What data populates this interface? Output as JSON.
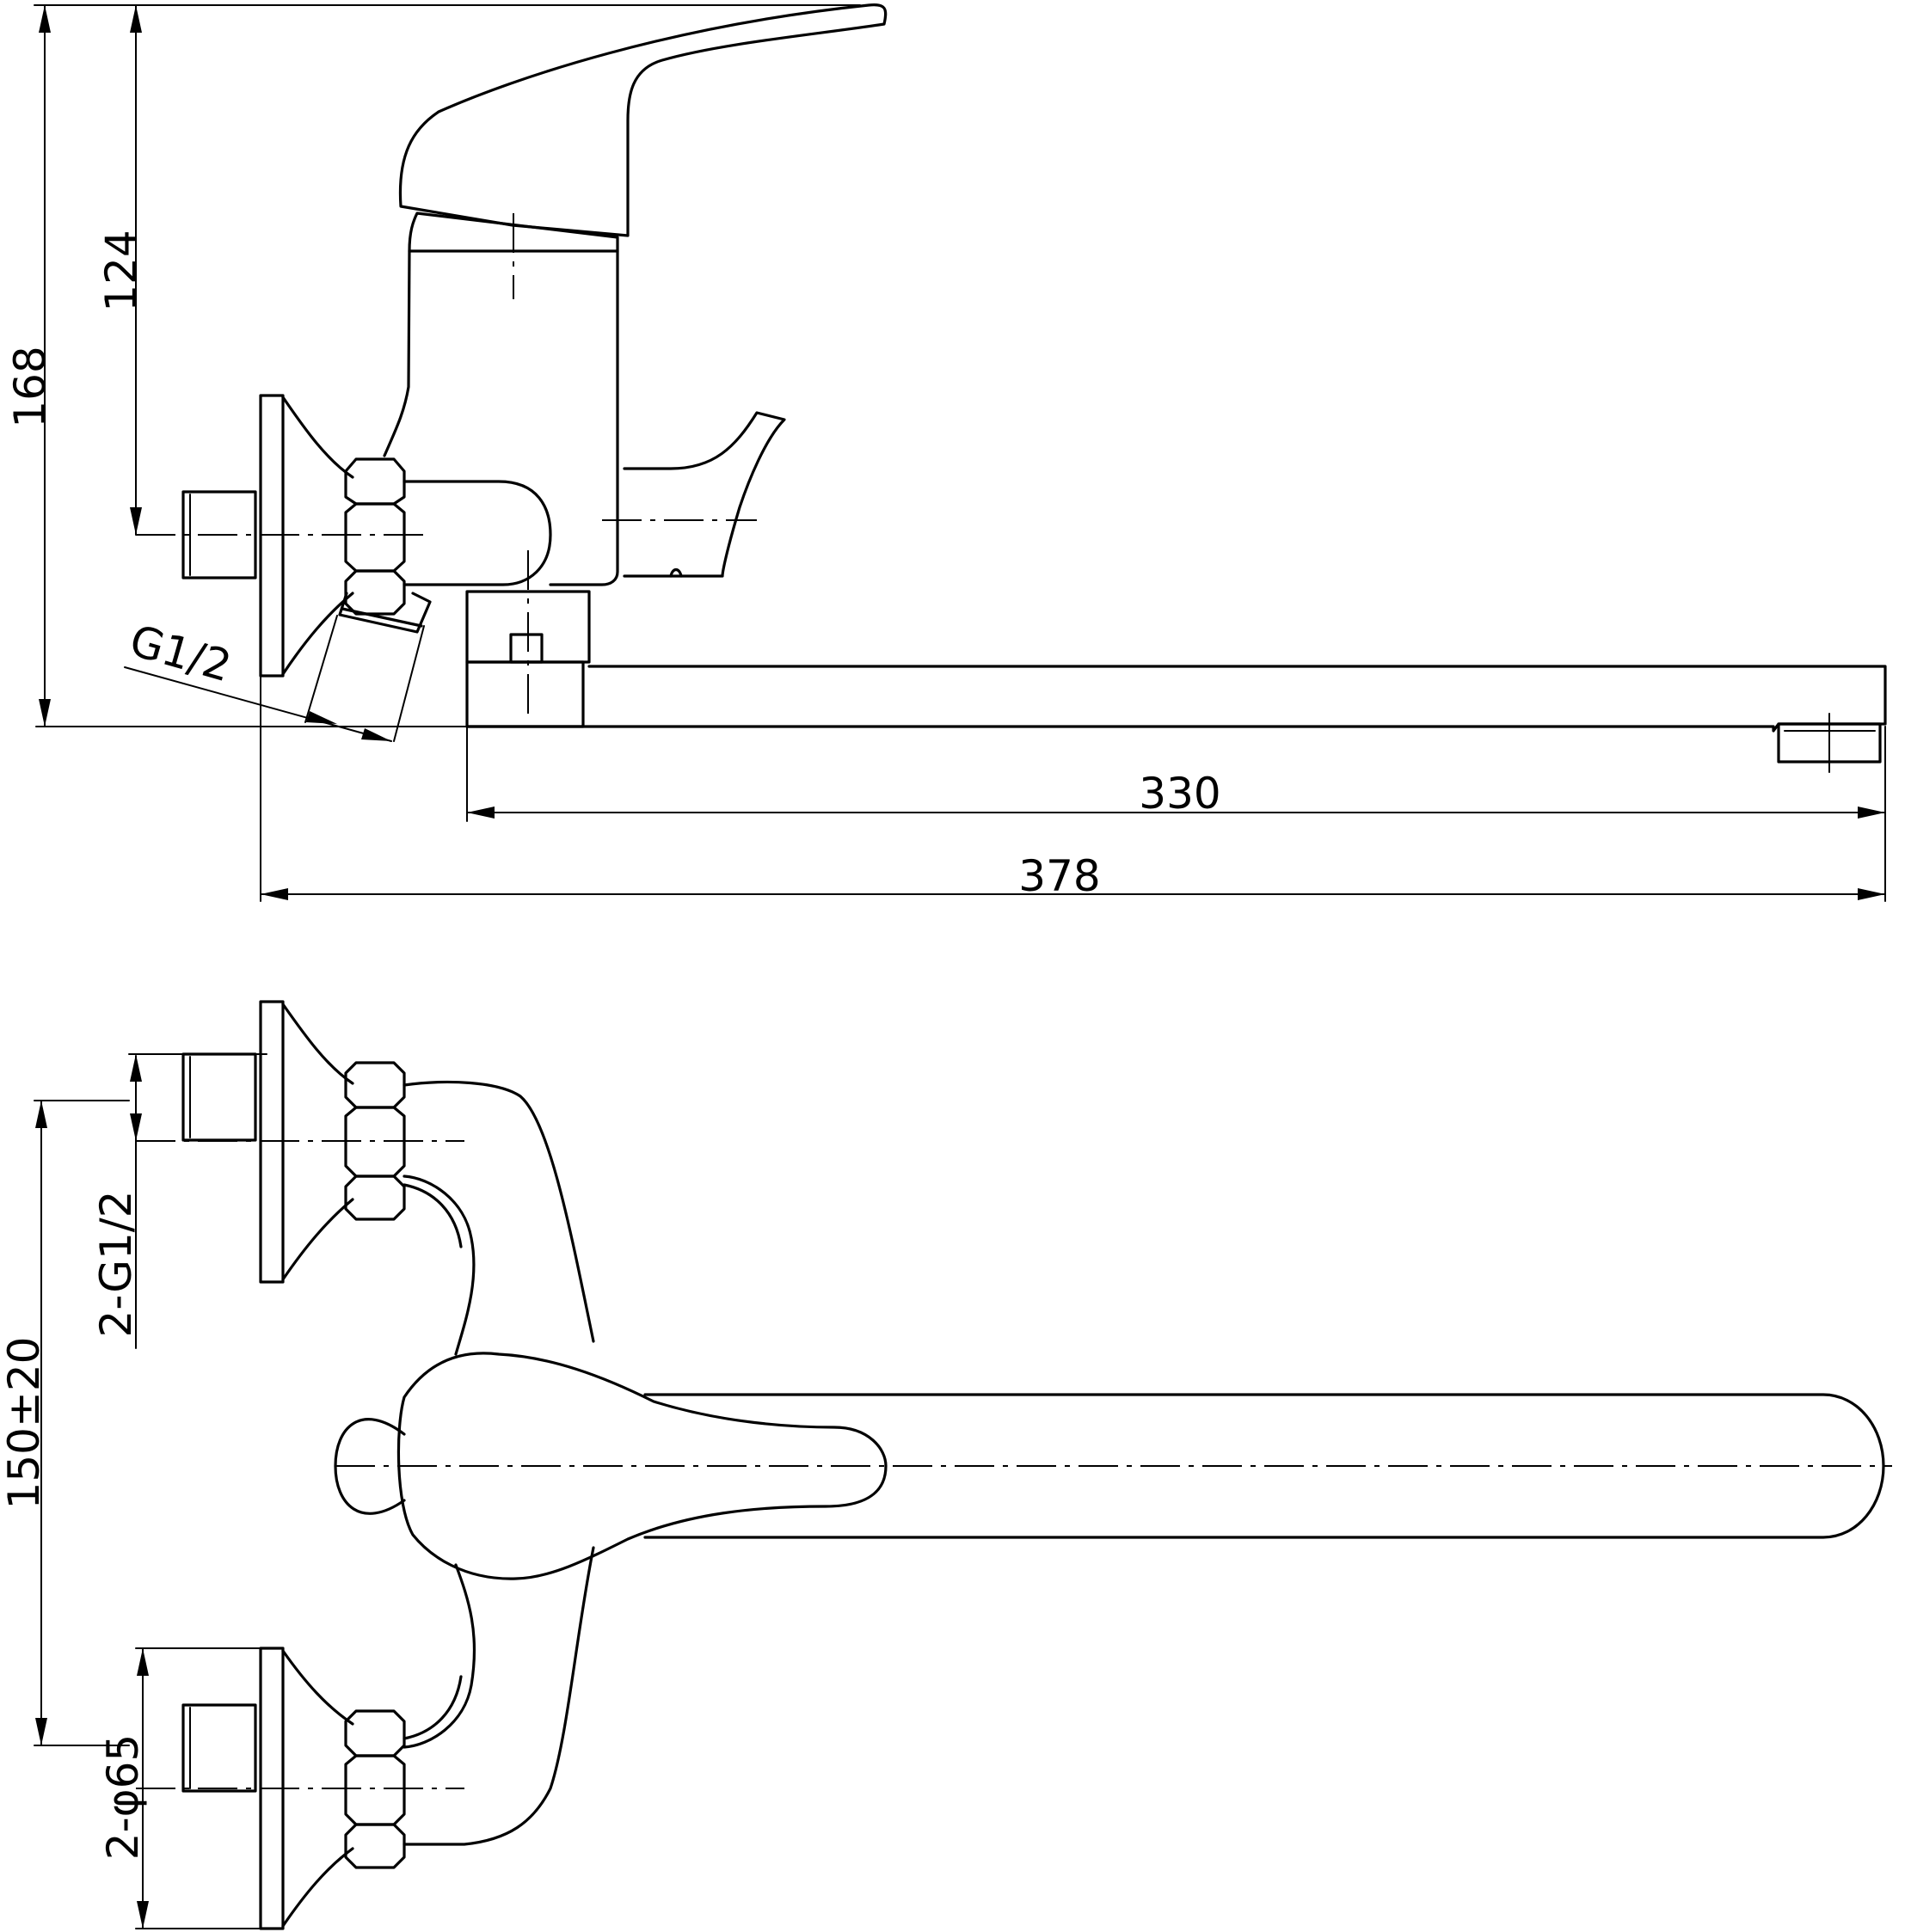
{
  "side_view": {
    "dims": {
      "height_total": "168",
      "height_to_inlet": "124",
      "thread": "G1/2",
      "spout_reach": "330",
      "overall_length": "378"
    }
  },
  "top_view": {
    "dims": {
      "inlet_threads": "2-G1/2",
      "center_distance": "150±20",
      "flange_diameter": "2-φ65"
    }
  }
}
